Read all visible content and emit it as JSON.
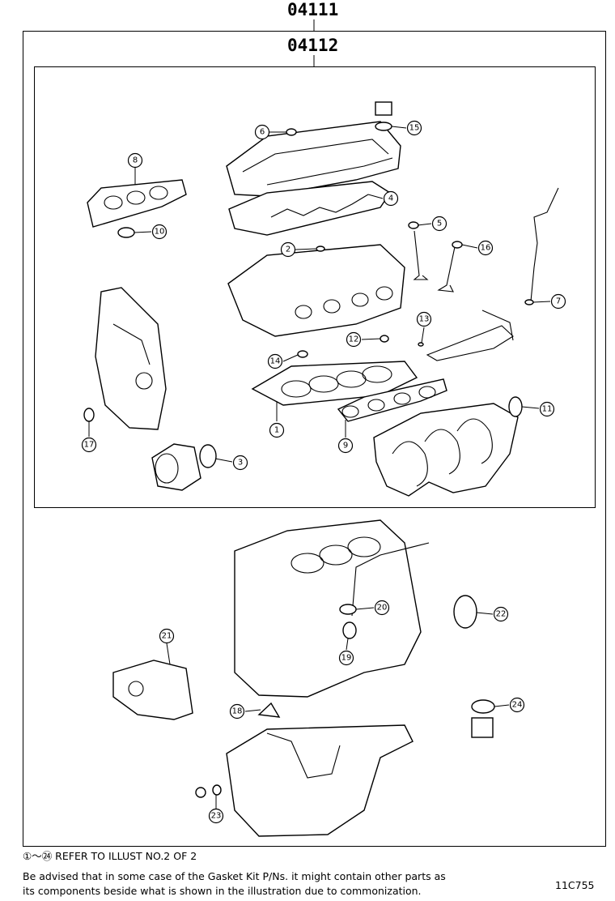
{
  "kit_code": "04111",
  "subkit_code": "04112",
  "notes": {
    "refer": "①～㉔ REFER TO ILLUST NO.2 OF 2",
    "advice_line1": "Be advised that in some case of the Gasket Kit P/Ns.  it might contain other parts as",
    "advice_line2": "its components beside what is shown in the illustration due to commonization."
  },
  "figure_id": "11C755",
  "callouts": [
    "1",
    "2",
    "3",
    "4",
    "5",
    "6",
    "7",
    "8",
    "9",
    "10",
    "11",
    "12",
    "13",
    "14",
    "15",
    "16",
    "17",
    "18",
    "19",
    "20",
    "21",
    "22",
    "23",
    "24"
  ]
}
